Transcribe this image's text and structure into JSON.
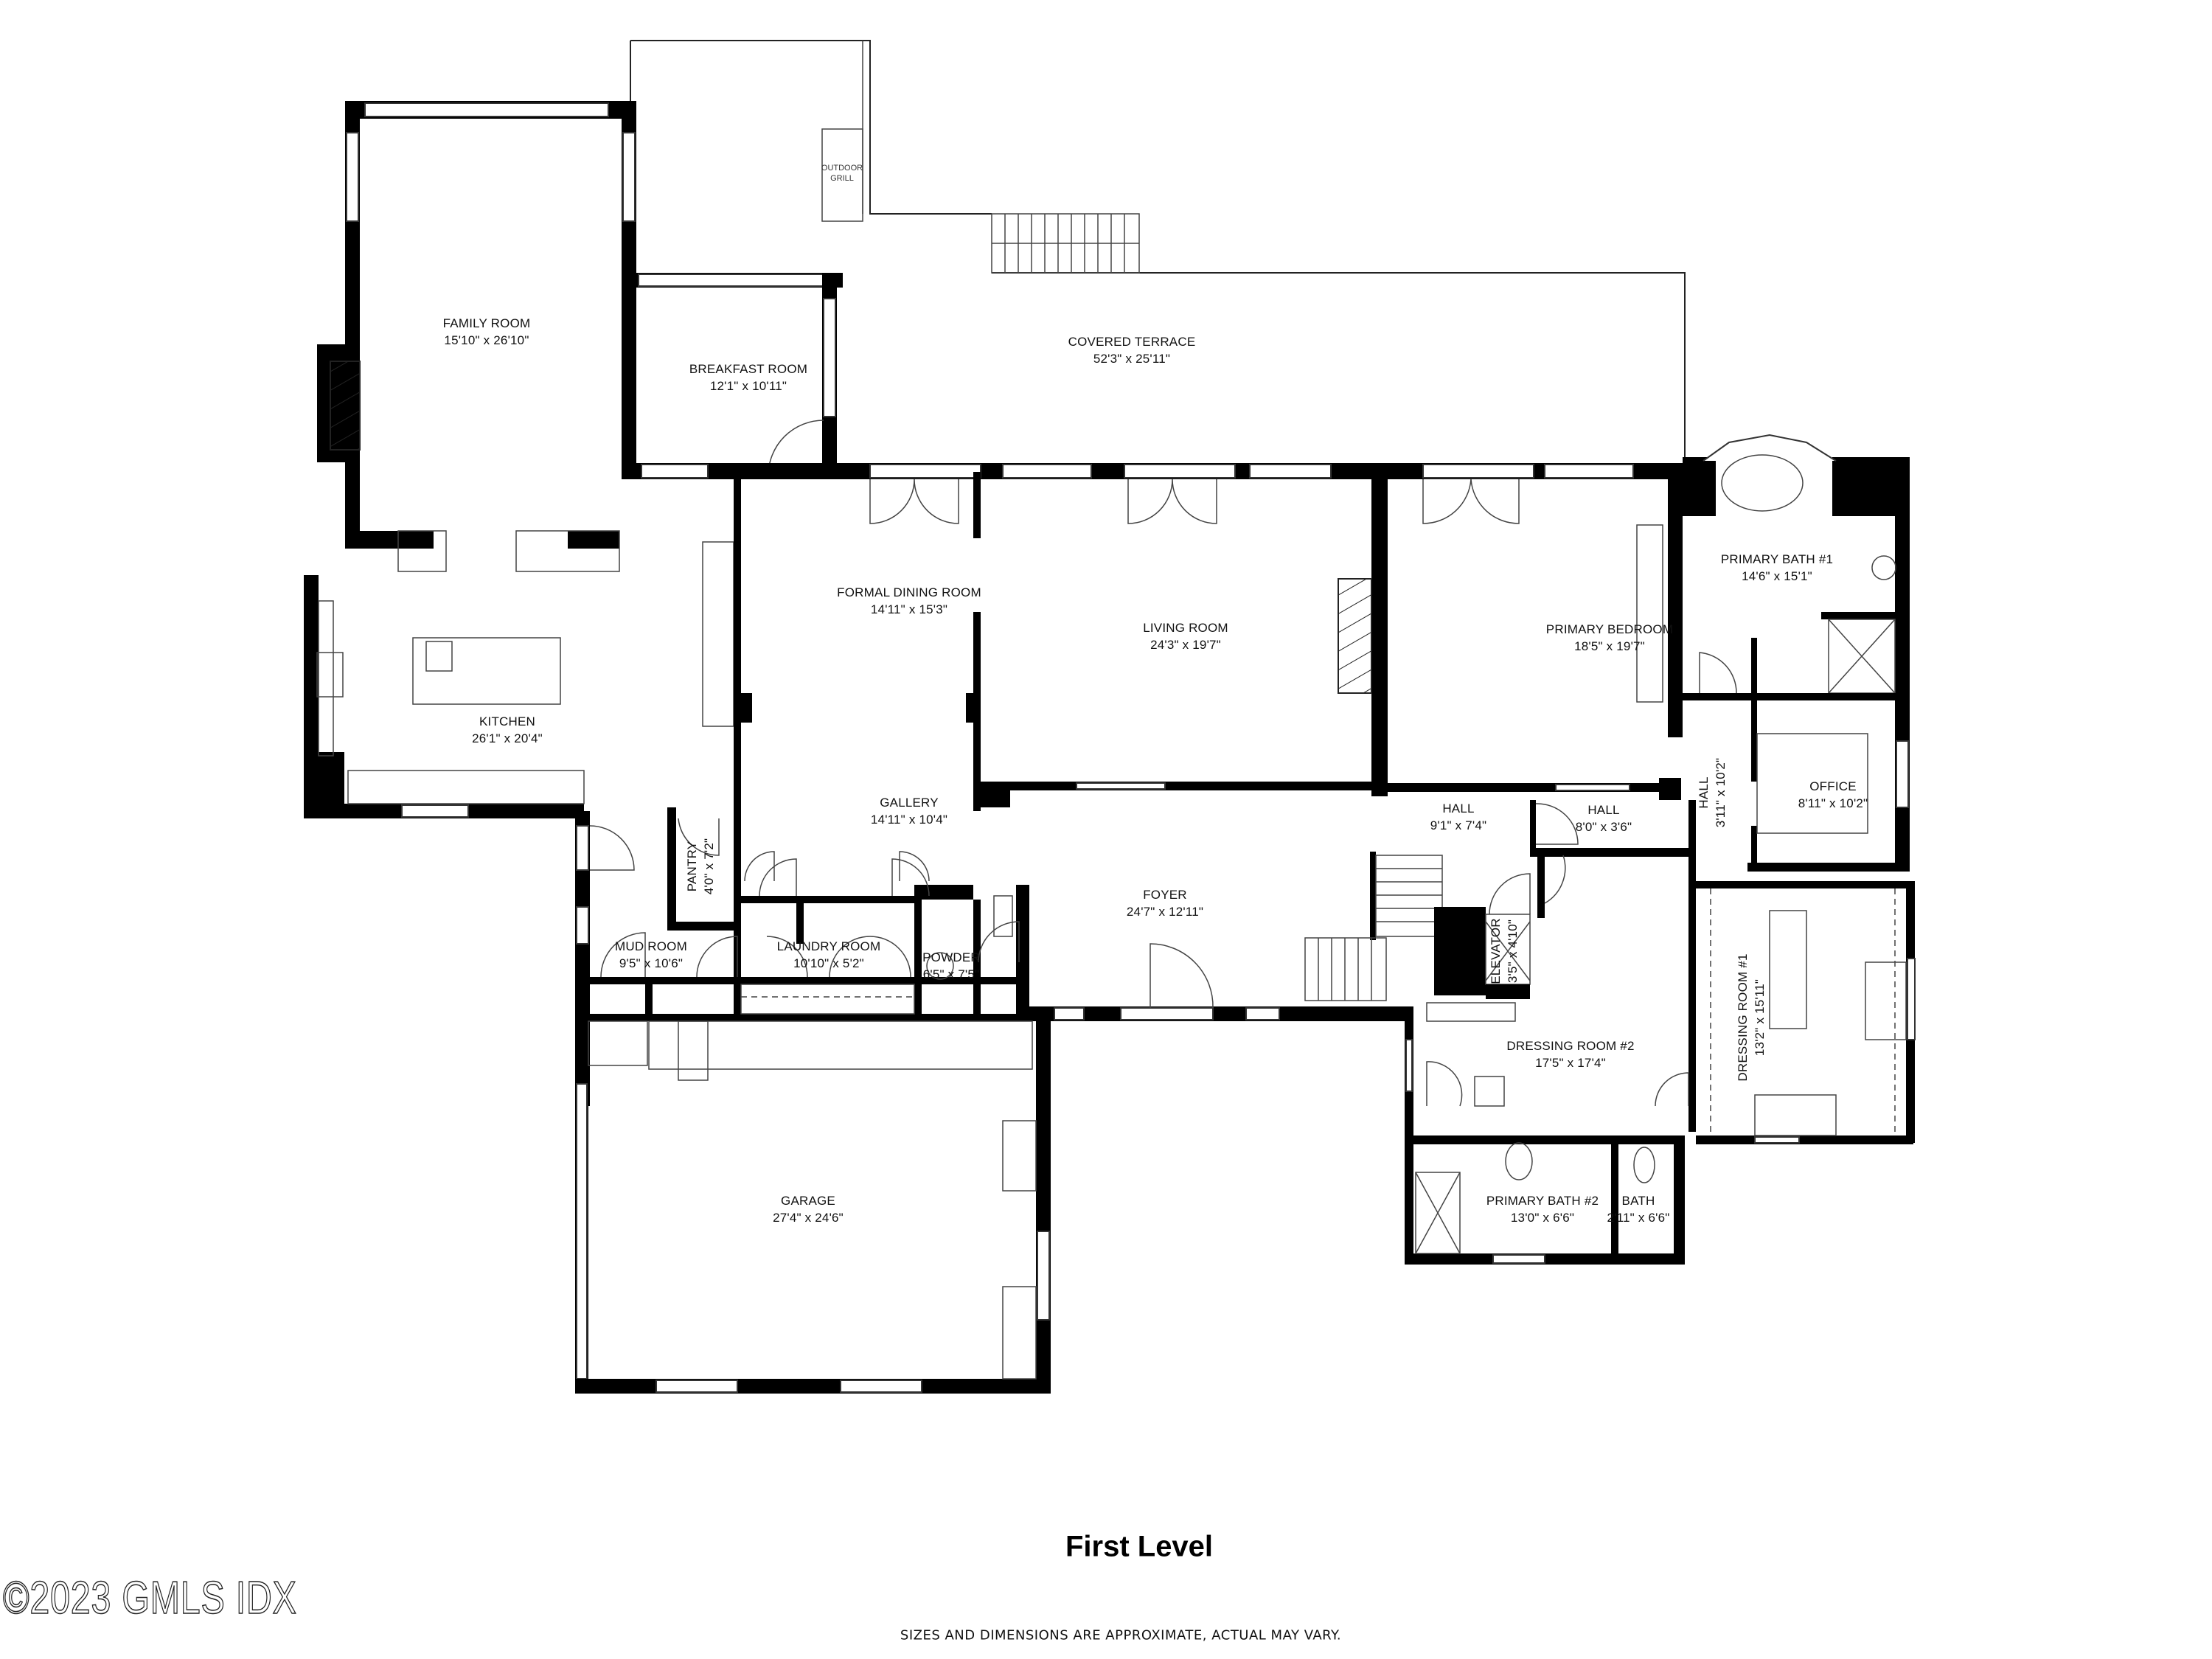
{
  "plan": {
    "level_title": "First Level",
    "disclaimer": "SIZES AND DIMENSIONS ARE APPROXIMATE, ACTUAL MAY VARY.",
    "watermark": "©2023 GMLS IDX",
    "fixtures": {
      "outdoor_grill": "OUTDOOR\nGRILL"
    },
    "rooms": [
      {
        "id": "family-room",
        "name": "FAMILY ROOM",
        "dimensions": "15'10\" x 26'10\""
      },
      {
        "id": "breakfast-room",
        "name": "BREAKFAST ROOM",
        "dimensions": "12'1\" x 10'11\""
      },
      {
        "id": "covered-terrace",
        "name": "COVERED TERRACE",
        "dimensions": "52'3\" x 25'11\""
      },
      {
        "id": "formal-dining-room",
        "name": "FORMAL DINING ROOM",
        "dimensions": "14'11\" x 15'3\""
      },
      {
        "id": "living-room",
        "name": "LIVING ROOM",
        "dimensions": "24'3\" x 19'7\""
      },
      {
        "id": "primary-bedroom",
        "name": "PRIMARY BEDROOM",
        "dimensions": "18'5\" x 19'7\""
      },
      {
        "id": "primary-bath-1",
        "name": "PRIMARY BATH #1",
        "dimensions": "14'6\" x 15'1\""
      },
      {
        "id": "kitchen",
        "name": "KITCHEN",
        "dimensions": "26'1\" x 20'4\""
      },
      {
        "id": "gallery",
        "name": "GALLERY",
        "dimensions": "14'11\" x 10'4\""
      },
      {
        "id": "hall-a",
        "name": "HALL",
        "dimensions": "9'1\" x 7'4\""
      },
      {
        "id": "hall-b",
        "name": "HALL",
        "dimensions": "8'0\" x 3'6\""
      },
      {
        "id": "hall-c",
        "name": "HALL",
        "dimensions": "3'11\" x 10'2\""
      },
      {
        "id": "office",
        "name": "OFFICE",
        "dimensions": "8'11\" x 10'2\""
      },
      {
        "id": "foyer",
        "name": "FOYER",
        "dimensions": "24'7\" x 12'11\""
      },
      {
        "id": "pantry",
        "name": "PANTRY",
        "dimensions": "4'0\" x 7'2\""
      },
      {
        "id": "mud-room",
        "name": "MUD ROOM",
        "dimensions": "9'5\" x 10'6\""
      },
      {
        "id": "laundry-room",
        "name": "LAUNDRY ROOM",
        "dimensions": "10'10\" x 5'2\""
      },
      {
        "id": "powder",
        "name": "POWDER",
        "dimensions": "6'5\" x 7'5\""
      },
      {
        "id": "elevator",
        "name": "ELEVATOR",
        "dimensions": "3'5\" x 4'10\""
      },
      {
        "id": "dressing-room-2",
        "name": "DRESSING ROOM #2",
        "dimensions": "17'5\" x 17'4\""
      },
      {
        "id": "dressing-room-1",
        "name": "DRESSING ROOM #1",
        "dimensions": "13'2\" x 15'11\""
      },
      {
        "id": "primary-bath-2",
        "name": "PRIMARY BATH #2",
        "dimensions": "13'0\" x 6'6\""
      },
      {
        "id": "bath",
        "name": "BATH",
        "dimensions": "2'11\" x 6'6\""
      },
      {
        "id": "garage",
        "name": "GARAGE",
        "dimensions": "27'4\" x 24'6\""
      }
    ]
  }
}
